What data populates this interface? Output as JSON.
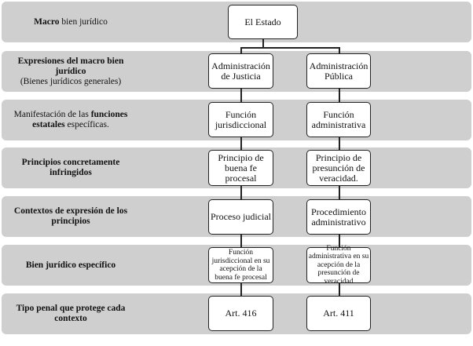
{
  "rows": [
    {
      "label": [
        {
          "b": "Macro"
        },
        {
          "t": " bien jurídico"
        }
      ],
      "boxes": [
        "El Estado"
      ]
    },
    {
      "label": [
        {
          "b": "Expresiones del macro bien jurídico"
        },
        {
          "t": "(Bienes jurídicos generales)"
        }
      ],
      "boxes": [
        "Administración de Justicia",
        "Administración Pública"
      ]
    },
    {
      "label": [
        {
          "t": "Manifestación de las "
        },
        {
          "b": "funciones estatales"
        },
        {
          "t": " específicas."
        }
      ],
      "boxes": [
        "Función jurisdiccional",
        "Función administrativa"
      ]
    },
    {
      "label": [
        {
          "b": "Principios concretamente infringidos"
        }
      ],
      "boxes": [
        "Principio de buena fe procesal",
        "Principio de presunción de veracidad."
      ]
    },
    {
      "label": [
        {
          "b": "Contextos de expresión de los principios"
        }
      ],
      "boxes": [
        "Proceso judicial",
        "Procedimiento administrativo"
      ]
    },
    {
      "label": [
        {
          "b": "Bien jurídico específico"
        }
      ],
      "boxes": [
        "Función jurisdiccional en su acepción de la buena fe procesal",
        "Función administrativa en su acepción de la presunción de veracidad"
      ]
    },
    {
      "label": [
        {
          "b": "Tipo penal que protege cada contexto"
        }
      ],
      "boxes": [
        "Art. 416",
        "Art. 411"
      ]
    }
  ]
}
